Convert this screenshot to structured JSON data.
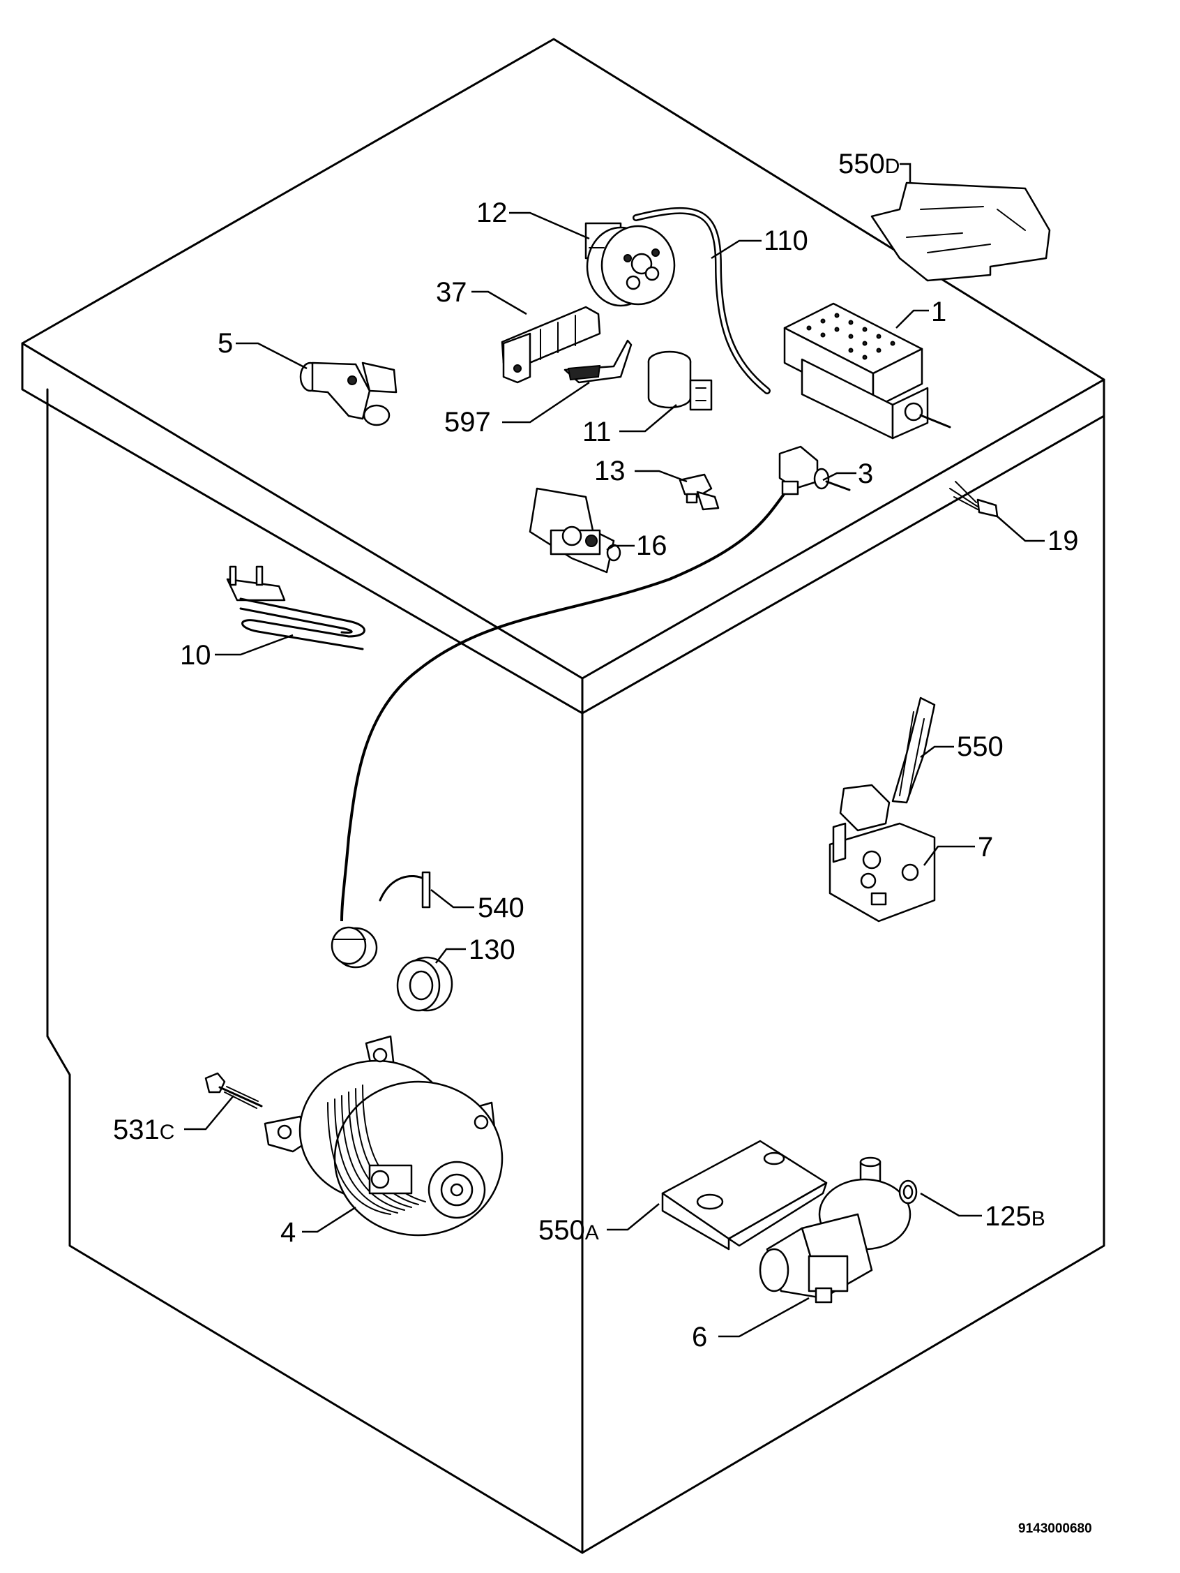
{
  "labels": {
    "l550d": {
      "num": "550",
      "suffix": "D"
    },
    "l12": "12",
    "l110": "110",
    "l37": "37",
    "l5": "5",
    "l1": "1",
    "l597": "597",
    "l11": "11",
    "l13": "13",
    "l3": "3",
    "l16": "16",
    "l19": "19",
    "l10": "10",
    "l550": "550",
    "l7": "7",
    "l540": "540",
    "l130": "130",
    "l531c": {
      "num": "531",
      "suffix": "C"
    },
    "l4": "4",
    "l550a": {
      "num": "550",
      "suffix": "A"
    },
    "l125b": {
      "num": "125",
      "suffix": "B"
    },
    "l6": "6"
  },
  "drawing_code": "9143000680"
}
